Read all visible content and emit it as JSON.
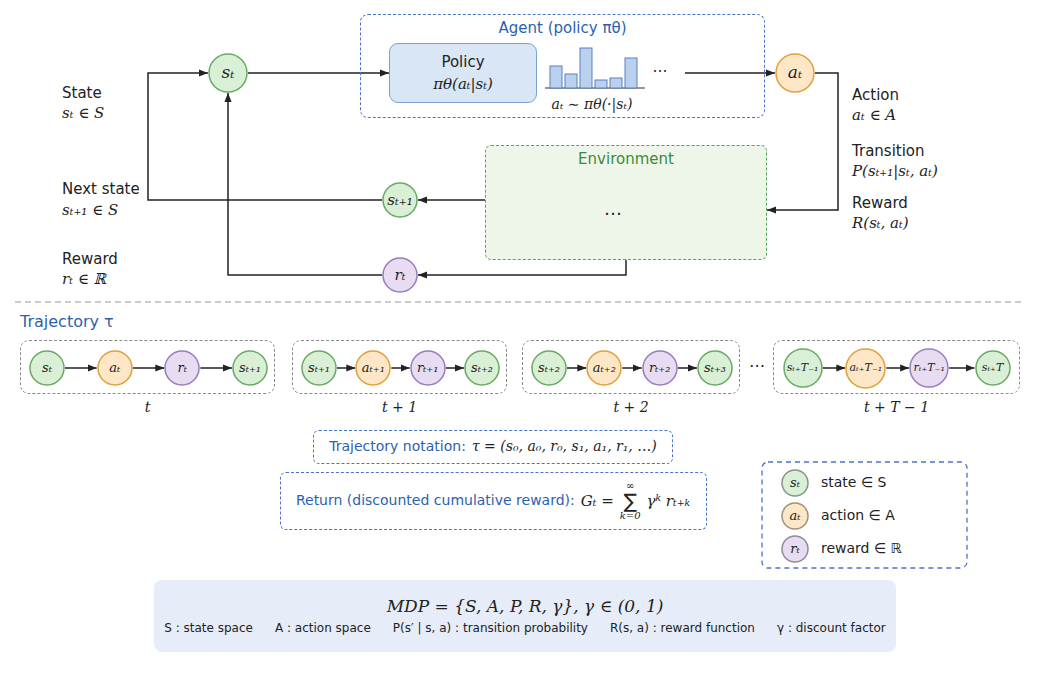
{
  "diagram": {
    "nodes": [
      {
        "text": [
          "sₜ"
        ]
      },
      {
        "text": [
          "Agent (policy πθ)"
        ]
      },
      {
        "text": [
          "Policy",
          "πθ(aₜ|sₜ)"
        ],
        "in": 1
      },
      {
        "text": [
          "aₜ"
        ]
      },
      {
        "text": [
          "Environment"
        ]
      },
      {
        "text": [
          "sₜ₊₁"
        ]
      },
      {
        "text": [
          "rₜ"
        ]
      },
      {
        "text": [
          "t"
        ]
      },
      {
        "text": [
          "sₜ"
        ],
        "in": 7
      },
      {
        "text": [
          "aₜ"
        ],
        "in": 7
      },
      {
        "text": [
          "rₜ"
        ],
        "in": 7
      },
      {
        "text": [
          "sₜ₊₁"
        ],
        "in": 7
      },
      {
        "text": [
          "t + 1"
        ]
      },
      {
        "text": [
          "sₜ₊₁"
        ],
        "in": 12
      },
      {
        "text": [
          "aₜ₊₁"
        ],
        "in": 12
      },
      {
        "text": [
          "rₜ₊₁"
        ],
        "in": 12
      },
      {
        "text": [
          "sₜ₊₂"
        ],
        "in": 12
      },
      {
        "text": [
          "t + 2"
        ]
      },
      {
        "text": [
          "sₜ₊₂"
        ],
        "in": 17
      },
      {
        "text": [
          "aₜ₊₂"
        ],
        "in": 17
      },
      {
        "text": [
          "rₜ₊₂"
        ],
        "in": 17
      },
      {
        "text": [
          "sₜ₊₃"
        ],
        "in": 17
      },
      {
        "text": [
          "t + T − 1"
        ]
      },
      {
        "text": [
          "sₜ₊T₋₁"
        ],
        "in": 22
      },
      {
        "text": [
          "aₜ₊T₋₁"
        ],
        "in": 22
      },
      {
        "text": [
          "rₜ₊T₋₁"
        ],
        "in": 22
      },
      {
        "text": [
          "sₜ₊T"
        ],
        "in": 22
      },
      {
        "text": [
          "Trajectory notation:",
          "τ = (s₀, a₀, r₀, s₁, a₁, r₁, …)"
        ]
      },
      {
        "text": [
          "Return (discounted cumulative reward):",
          "Gₜ =",
          "∞",
          "∑",
          "k=0",
          "γᵏ rₜ₊ₖ"
        ]
      },
      {
        "text": [
          "MDP = {S, A, P, R, γ}, γ ∈ (0, 1)",
          "S : state space",
          "A : action space",
          "P(s′ | s, a) : transition probability",
          "R(s, a) : reward function",
          "γ : discount factor"
        ]
      }
    ],
    "edges": [
      {
        "from": 0,
        "to": 2,
        "arrow": "to"
      },
      {
        "from": 1,
        "to": 3,
        "arrow": "to"
      },
      {
        "from": 3,
        "to": 4,
        "arrow": "to"
      },
      {
        "from": 4,
        "to": 5,
        "arrow": "to"
      },
      {
        "from": 5,
        "to": 0,
        "arrow": "to"
      },
      {
        "from": 4,
        "to": 6,
        "arrow": "to"
      },
      {
        "from": 6,
        "to": 0,
        "arrow": "to"
      },
      {
        "from": 8,
        "to": 9,
        "arrow": "to"
      },
      {
        "from": 9,
        "to": 10,
        "arrow": "to"
      },
      {
        "from": 10,
        "to": 11,
        "arrow": "to"
      },
      {
        "from": 13,
        "to": 14,
        "arrow": "to"
      },
      {
        "from": 14,
        "to": 15,
        "arrow": "to"
      },
      {
        "from": 15,
        "to": 16,
        "arrow": "to"
      },
      {
        "from": 18,
        "to": 19,
        "arrow": "to"
      },
      {
        "from": 19,
        "to": 20,
        "arrow": "to"
      },
      {
        "from": 20,
        "to": 21,
        "arrow": "to"
      },
      {
        "from": 23,
        "to": 24,
        "arrow": "to"
      },
      {
        "from": 24,
        "to": 25,
        "arrow": "to"
      },
      {
        "from": 25,
        "to": 26,
        "arrow": "to"
      }
    ],
    "labels": [
      "State",
      "sₜ ∈ S",
      "Next state",
      "sₜ₊₁ ∈ S",
      "Reward",
      "rₜ ∈ ℝ",
      "Action",
      "aₜ ∈ A",
      "Transition",
      "P(sₜ₊₁|sₜ, aₜ)",
      "Reward",
      "R(sₜ, aₜ)",
      "aₜ ∼ πθ(·|sₜ)",
      "…",
      "…",
      "Trajectory τ",
      "⋯",
      "sₜ",
      "aₜ",
      "rₜ"
    ],
    "legend": [
      {
        "text": "state ∈ S",
        "color": "#d9efd6"
      },
      {
        "text": "action ∈ A",
        "color": "#fde7c6"
      },
      {
        "text": "reward ∈ ℝ",
        "color": "#e7dcf2"
      }
    ]
  }
}
